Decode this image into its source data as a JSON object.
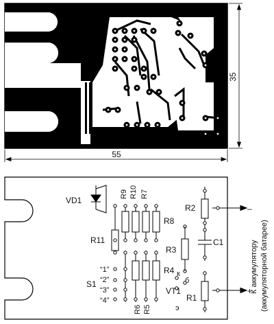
{
  "pcb": {
    "width_label": "55",
    "height_label": "35"
  },
  "components": {
    "vd1": "VD1",
    "r9": "R9",
    "r10": "R10",
    "r7": "R7",
    "r8": "R8",
    "r11": "R11",
    "r2": "R2",
    "c1": "C1",
    "r3": "R3",
    "r4": "R4",
    "r1": "R1",
    "vt1": "VT1",
    "r6": "R6",
    "r5": "R5",
    "s1": "S1",
    "k": "к",
    "b": "б",
    "e": "э"
  },
  "switch_positions": [
    "“1”",
    "“2”",
    "“3”",
    "“4”"
  ],
  "polarity": {
    "minus": "–",
    "plus": "+"
  },
  "battery_label": {
    "line1": "К аккумулятору",
    "line2": "(аккумуляторной батарее)"
  }
}
